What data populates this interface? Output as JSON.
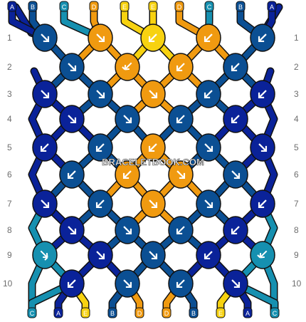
{
  "watermark": "BRACELETBOOK.COM",
  "colors": {
    "A": "#0a2299",
    "B": "#0b4f93",
    "C": "#1690b0",
    "D": "#f09a10",
    "E": "#f7d210"
  },
  "top_strings": [
    "A",
    "B",
    "C",
    "D",
    "E",
    "E",
    "D",
    "C",
    "B",
    "A"
  ],
  "bottom_strings": [
    "C",
    "A",
    "E",
    "B",
    "D",
    "D",
    "B",
    "E",
    "A",
    "C"
  ],
  "row_labels": [
    "1",
    "2",
    "3",
    "4",
    "5",
    "6",
    "7",
    "8",
    "9",
    "10"
  ],
  "knots": [
    [
      {
        "c": "B",
        "d": "se"
      },
      {
        "c": "D",
        "d": "se"
      },
      {
        "c": "E",
        "d": "sw"
      },
      {
        "c": "D",
        "d": "sw"
      },
      {
        "c": "B",
        "d": "sw"
      }
    ],
    [
      {
        "c": "B",
        "d": "se"
      },
      {
        "c": "D",
        "d": "sw-back"
      },
      {
        "c": "D",
        "d": "sw"
      },
      {
        "c": "B",
        "d": "sw"
      }
    ],
    [
      {
        "c": "A",
        "d": "se"
      },
      {
        "c": "B",
        "d": "se"
      },
      {
        "c": "D",
        "d": "se"
      },
      {
        "c": "B",
        "d": "sw"
      },
      {
        "c": "A",
        "d": "sw"
      }
    ],
    [
      {
        "c": "A",
        "d": "se"
      },
      {
        "c": "B",
        "d": "se"
      },
      {
        "c": "B",
        "d": "sw"
      },
      {
        "c": "A",
        "d": "sw"
      }
    ],
    [
      {
        "c": "A",
        "d": "sw"
      },
      {
        "c": "B",
        "d": "sw"
      },
      {
        "c": "D",
        "d": "sw"
      },
      {
        "c": "B",
        "d": "se"
      },
      {
        "c": "A",
        "d": "se"
      }
    ],
    [
      {
        "c": "B",
        "d": "sw"
      },
      {
        "c": "D",
        "d": "sw"
      },
      {
        "c": "D",
        "d": "se"
      },
      {
        "c": "B",
        "d": "se"
      }
    ],
    [
      {
        "c": "A",
        "d": "se"
      },
      {
        "c": "B",
        "d": "sw"
      },
      {
        "c": "D",
        "d": "se"
      },
      {
        "c": "B",
        "d": "se"
      },
      {
        "c": "A",
        "d": "sw"
      }
    ],
    [
      {
        "c": "A",
        "d": "se"
      },
      {
        "c": "B",
        "d": "se"
      },
      {
        "c": "B",
        "d": "sw"
      },
      {
        "c": "A",
        "d": "sw"
      }
    ],
    [
      {
        "c": "C",
        "d": "se-back"
      },
      {
        "c": "A",
        "d": "se"
      },
      {
        "c": "B",
        "d": "se"
      },
      {
        "c": "A",
        "d": "sw"
      },
      {
        "c": "C",
        "d": "sw-back"
      }
    ],
    [
      {
        "c": "A",
        "d": "sw"
      },
      {
        "c": "B",
        "d": "se"
      },
      {
        "c": "B",
        "d": "sw"
      },
      {
        "c": "A",
        "d": "se"
      }
    ]
  ]
}
